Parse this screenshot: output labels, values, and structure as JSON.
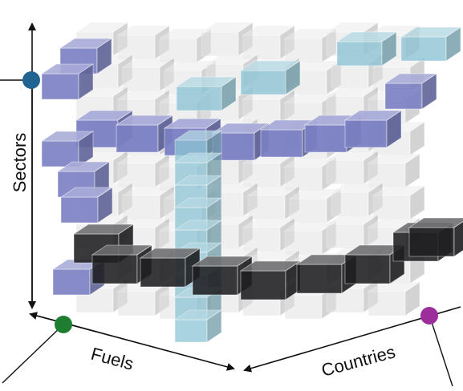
{
  "axes": {
    "sectors": {
      "label": "Sectors",
      "marker_color": "#1f6391"
    },
    "fuels": {
      "label": "Fuels",
      "marker_color": "#1e7d30"
    },
    "countries": {
      "label": "Countries",
      "marker_color": "#9b2e9b"
    }
  },
  "highlight_colors": {
    "sector_slice": "#7b80c3",
    "fuel_column": "#8ec5d6",
    "country_row": "#1f1f22",
    "background_blocks": "#e2e2e2"
  }
}
